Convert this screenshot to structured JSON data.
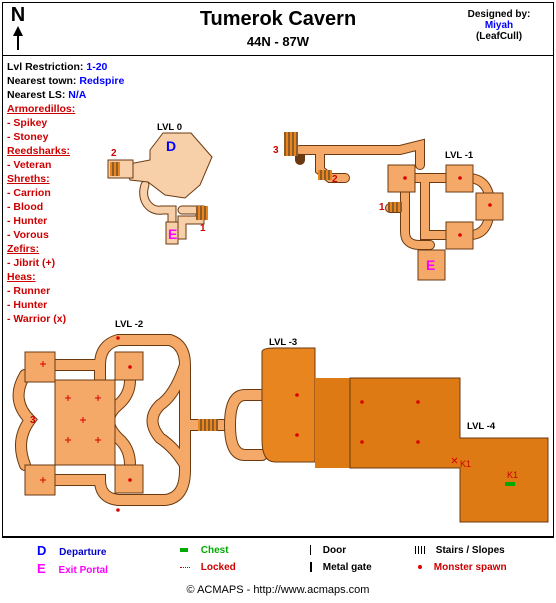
{
  "header": {
    "title": "Tumerok Cavern",
    "coordinates": "44N - 87W",
    "compass_letter": "N",
    "designed_by_label": "Designed by:",
    "designer_name": "Miyah",
    "designer_handle": "(LeafCull)"
  },
  "info": {
    "lvl_label": "Lvl Restriction:",
    "lvl_value": "1-20",
    "town_label": "Nearest town:",
    "town_value": "Redspire",
    "ls_label": "Nearest LS:",
    "ls_value": "N/A"
  },
  "creatures": [
    {
      "category": "Armoredillos:",
      "members": [
        "- Spikey",
        "- Stoney"
      ]
    },
    {
      "category": "Reedsharks:",
      "members": [
        "- Veteran"
      ]
    },
    {
      "category": "Shreths:",
      "members": [
        "- Carrion",
        "- Blood",
        "- Hunter",
        "- Vorous"
      ]
    },
    {
      "category": "Zefirs:",
      "members": [
        "- Jibrit (+)"
      ]
    },
    {
      "category": "Heas:",
      "members": [
        "- Runner",
        "- Hunter",
        "- Warrior (x)"
      ]
    }
  ],
  "map": {
    "level_labels": [
      "LVL 0",
      "LVL -1",
      "LVL -2",
      "LVL -3",
      "LVL -4"
    ],
    "markers": {
      "departure": "D",
      "exit": "E",
      "key": "K1"
    },
    "numbers": [
      "1",
      "2",
      "3"
    ],
    "colors": {
      "room_light": "#f7cfa8",
      "room_mid": "#f4a968",
      "room_dark": "#e8851e",
      "room_darker": "#dd7a14",
      "outline": "#6b3a10",
      "spawn": "#dd0000",
      "departure": "#0000ff",
      "exit": "#ff00ff",
      "chest": "#00aa00"
    }
  },
  "legend": {
    "departure": "Departure",
    "exit_portal": "Exit Portal",
    "chest": "Chest",
    "locked": "Locked",
    "door": "Door",
    "metal_gate": "Metal gate",
    "stairs": "Stairs / Slopes",
    "monster_spawn": "Monster spawn"
  },
  "footer": {
    "text": "© ACMAPS - http://www.acmaps.com"
  }
}
